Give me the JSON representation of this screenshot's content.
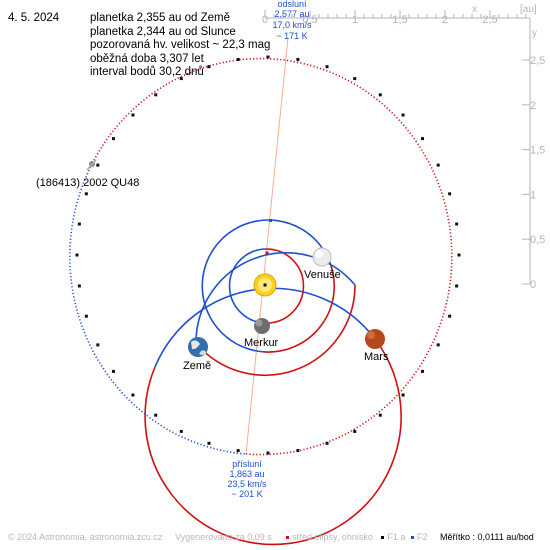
{
  "date": "4. 5. 2024",
  "info_lines": [
    "planetka 2,355 au od Země",
    "planetka 2,344 au od Slunce",
    "pozorovaná hv. velikost ~ 22,3 mag",
    "oběžná doba 3,307 let",
    "interval bodů 30,2 dnů"
  ],
  "asteroid_name": "(186413) 2002 QU48",
  "aphelion": {
    "title": "odsluní",
    "dist": "2,577 au",
    "speed": "17,0 km/s",
    "temp": "~ 171 K"
  },
  "perihelion": {
    "title": "přísluní",
    "dist": "1,863 au",
    "speed": "23,5 km/s",
    "temp": "~ 201 K"
  },
  "axis": {
    "unit_label": "[au]",
    "x_label": "x",
    "y_label": "y",
    "x_ticks": [
      "0",
      "0,5",
      "1",
      "1,5",
      "2",
      "2,5"
    ],
    "y_ticks": [
      "2,5",
      "2",
      "1,5",
      "1",
      "0,5",
      "0"
    ]
  },
  "planets": [
    {
      "name": "Merkur",
      "color": "#6e6e6e"
    },
    {
      "name": "Venuše",
      "color": "#ececec"
    },
    {
      "name": "Země",
      "color": "#2f6fb0"
    },
    {
      "name": "Mars",
      "color": "#b5471f"
    }
  ],
  "footer": {
    "copyright": "© 2024 Astronomia, astronomia.zcu.cz",
    "generated": "Vygenerováno za 0,09 s",
    "center_legend": "střed elipsy, ohnisko",
    "f1": "F1",
    "a_label": "a",
    "f2": "F2",
    "scale": "Měřítko : 0,0111 au/bod"
  },
  "colors": {
    "orbit_before": "#1e50d0",
    "orbit_after": "#d01010",
    "apsis_line": "#f0b090",
    "sun": "#ffd21a",
    "axis": "#b5b5b5"
  }
}
